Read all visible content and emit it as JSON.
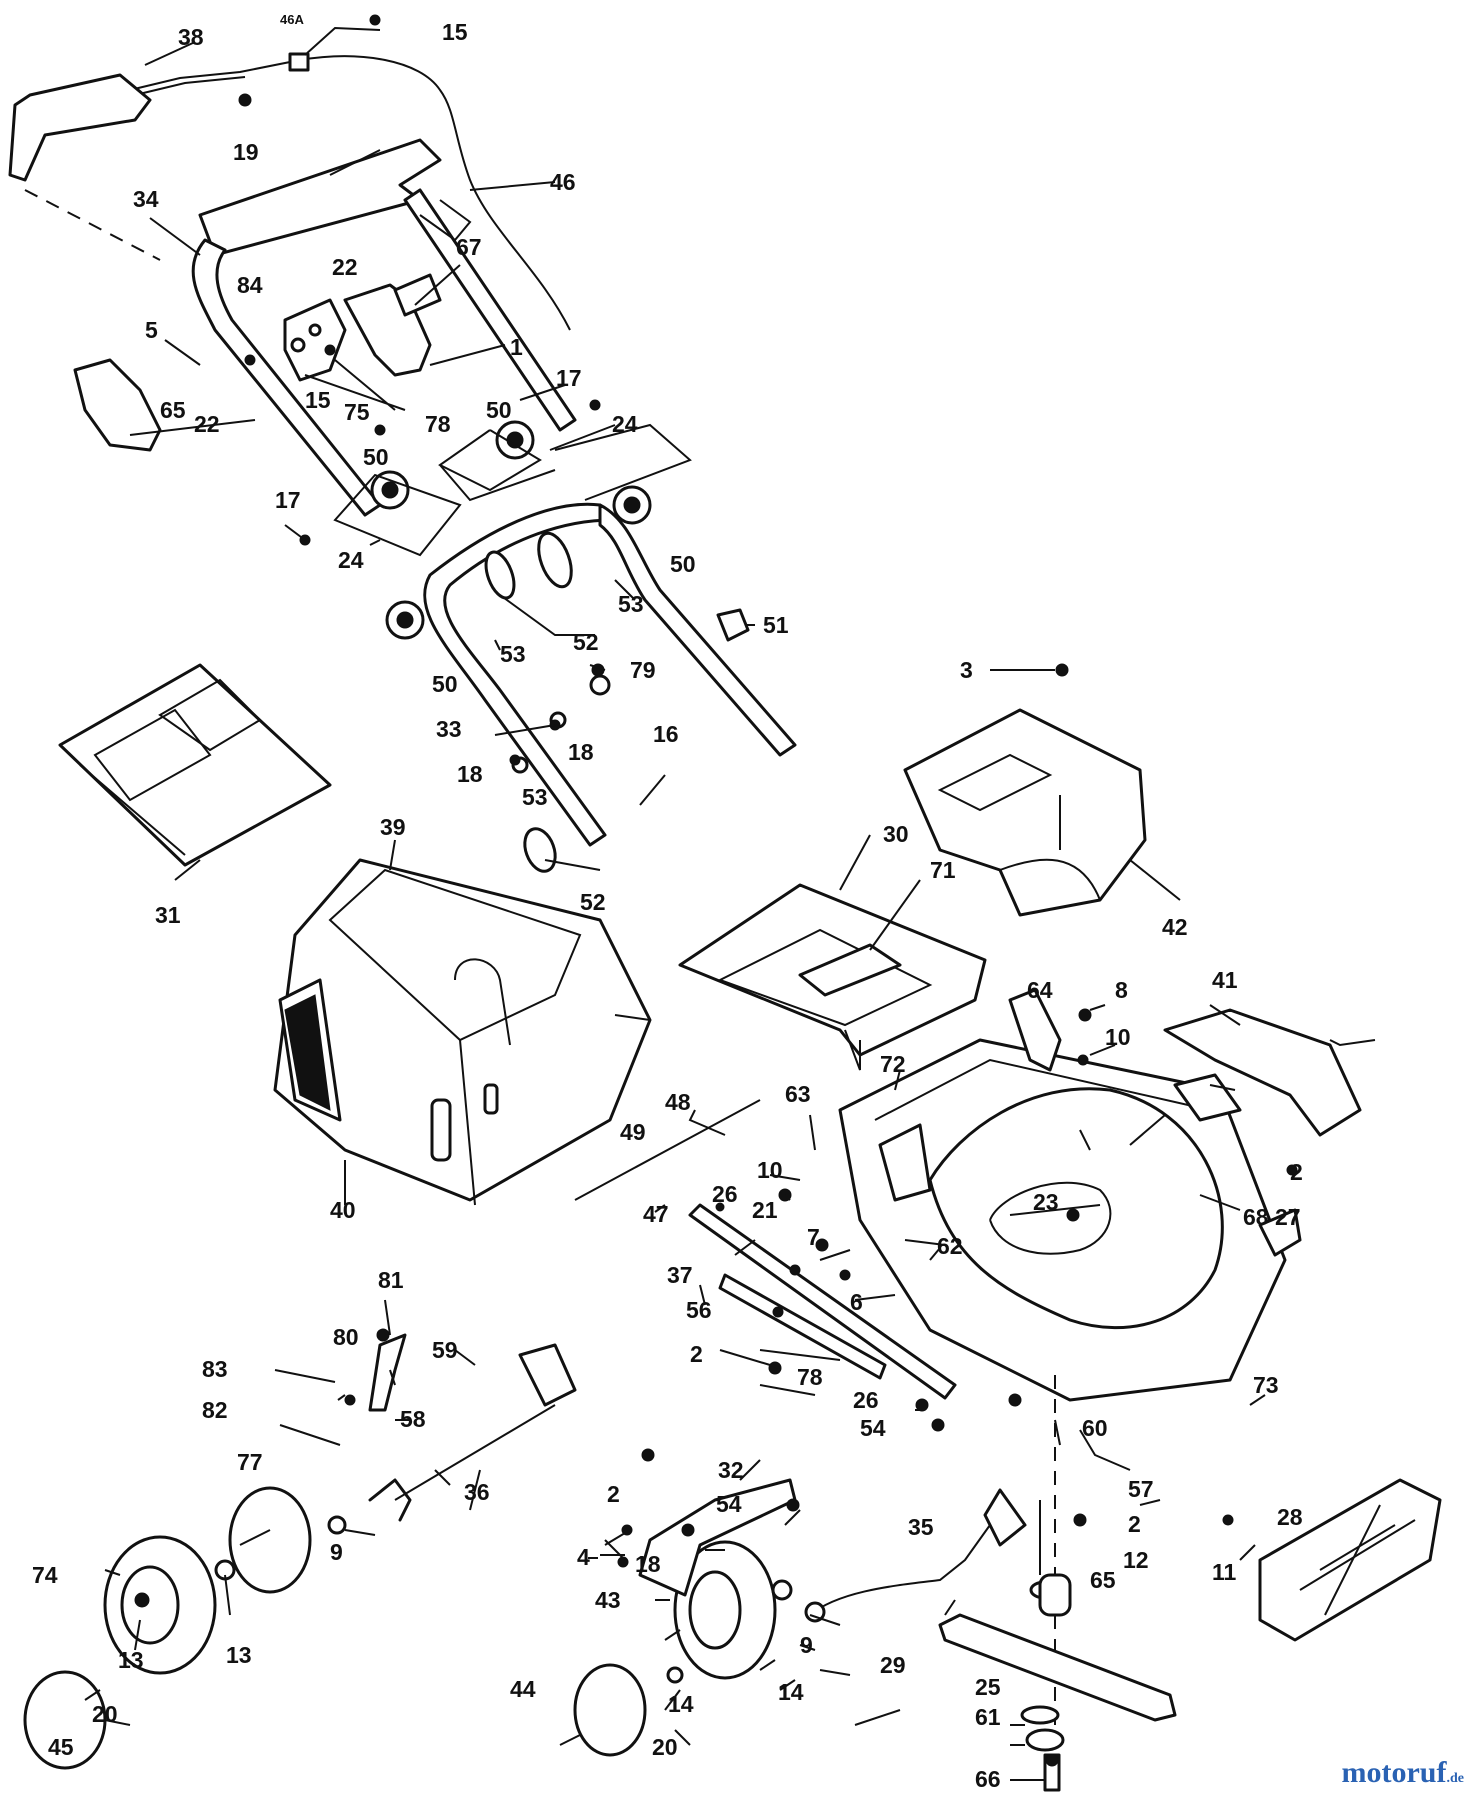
{
  "diagram": {
    "labels": [
      "38",
      "46A",
      "15",
      "19",
      "46",
      "34",
      "67",
      "22",
      "84",
      "1",
      "5",
      "15",
      "75",
      "65",
      "22",
      "78",
      "17",
      "50",
      "24",
      "50",
      "17",
      "24",
      "50",
      "53",
      "52",
      "51",
      "53",
      "50",
      "79",
      "33",
      "18",
      "18",
      "16",
      "53",
      "52",
      "31",
      "39",
      "3",
      "30",
      "71",
      "42",
      "40",
      "41",
      "64",
      "8",
      "10",
      "72",
      "63",
      "48",
      "49",
      "10",
      "21",
      "26",
      "47",
      "23",
      "68",
      "2",
      "27",
      "7",
      "62",
      "37",
      "6",
      "56",
      "78",
      "81",
      "80",
      "83",
      "59",
      "58",
      "82",
      "36",
      "2",
      "26",
      "54",
      "60",
      "73",
      "28",
      "77",
      "9",
      "32",
      "2",
      "54",
      "57",
      "35",
      "2",
      "12",
      "65",
      "11",
      "74",
      "13",
      "4",
      "18",
      "43",
      "9",
      "45",
      "20",
      "13",
      "44",
      "20",
      "14",
      "14",
      "29",
      "25",
      "61",
      "66"
    ]
  },
  "watermark": {
    "brand": "motoruf",
    "tld": ".de"
  }
}
